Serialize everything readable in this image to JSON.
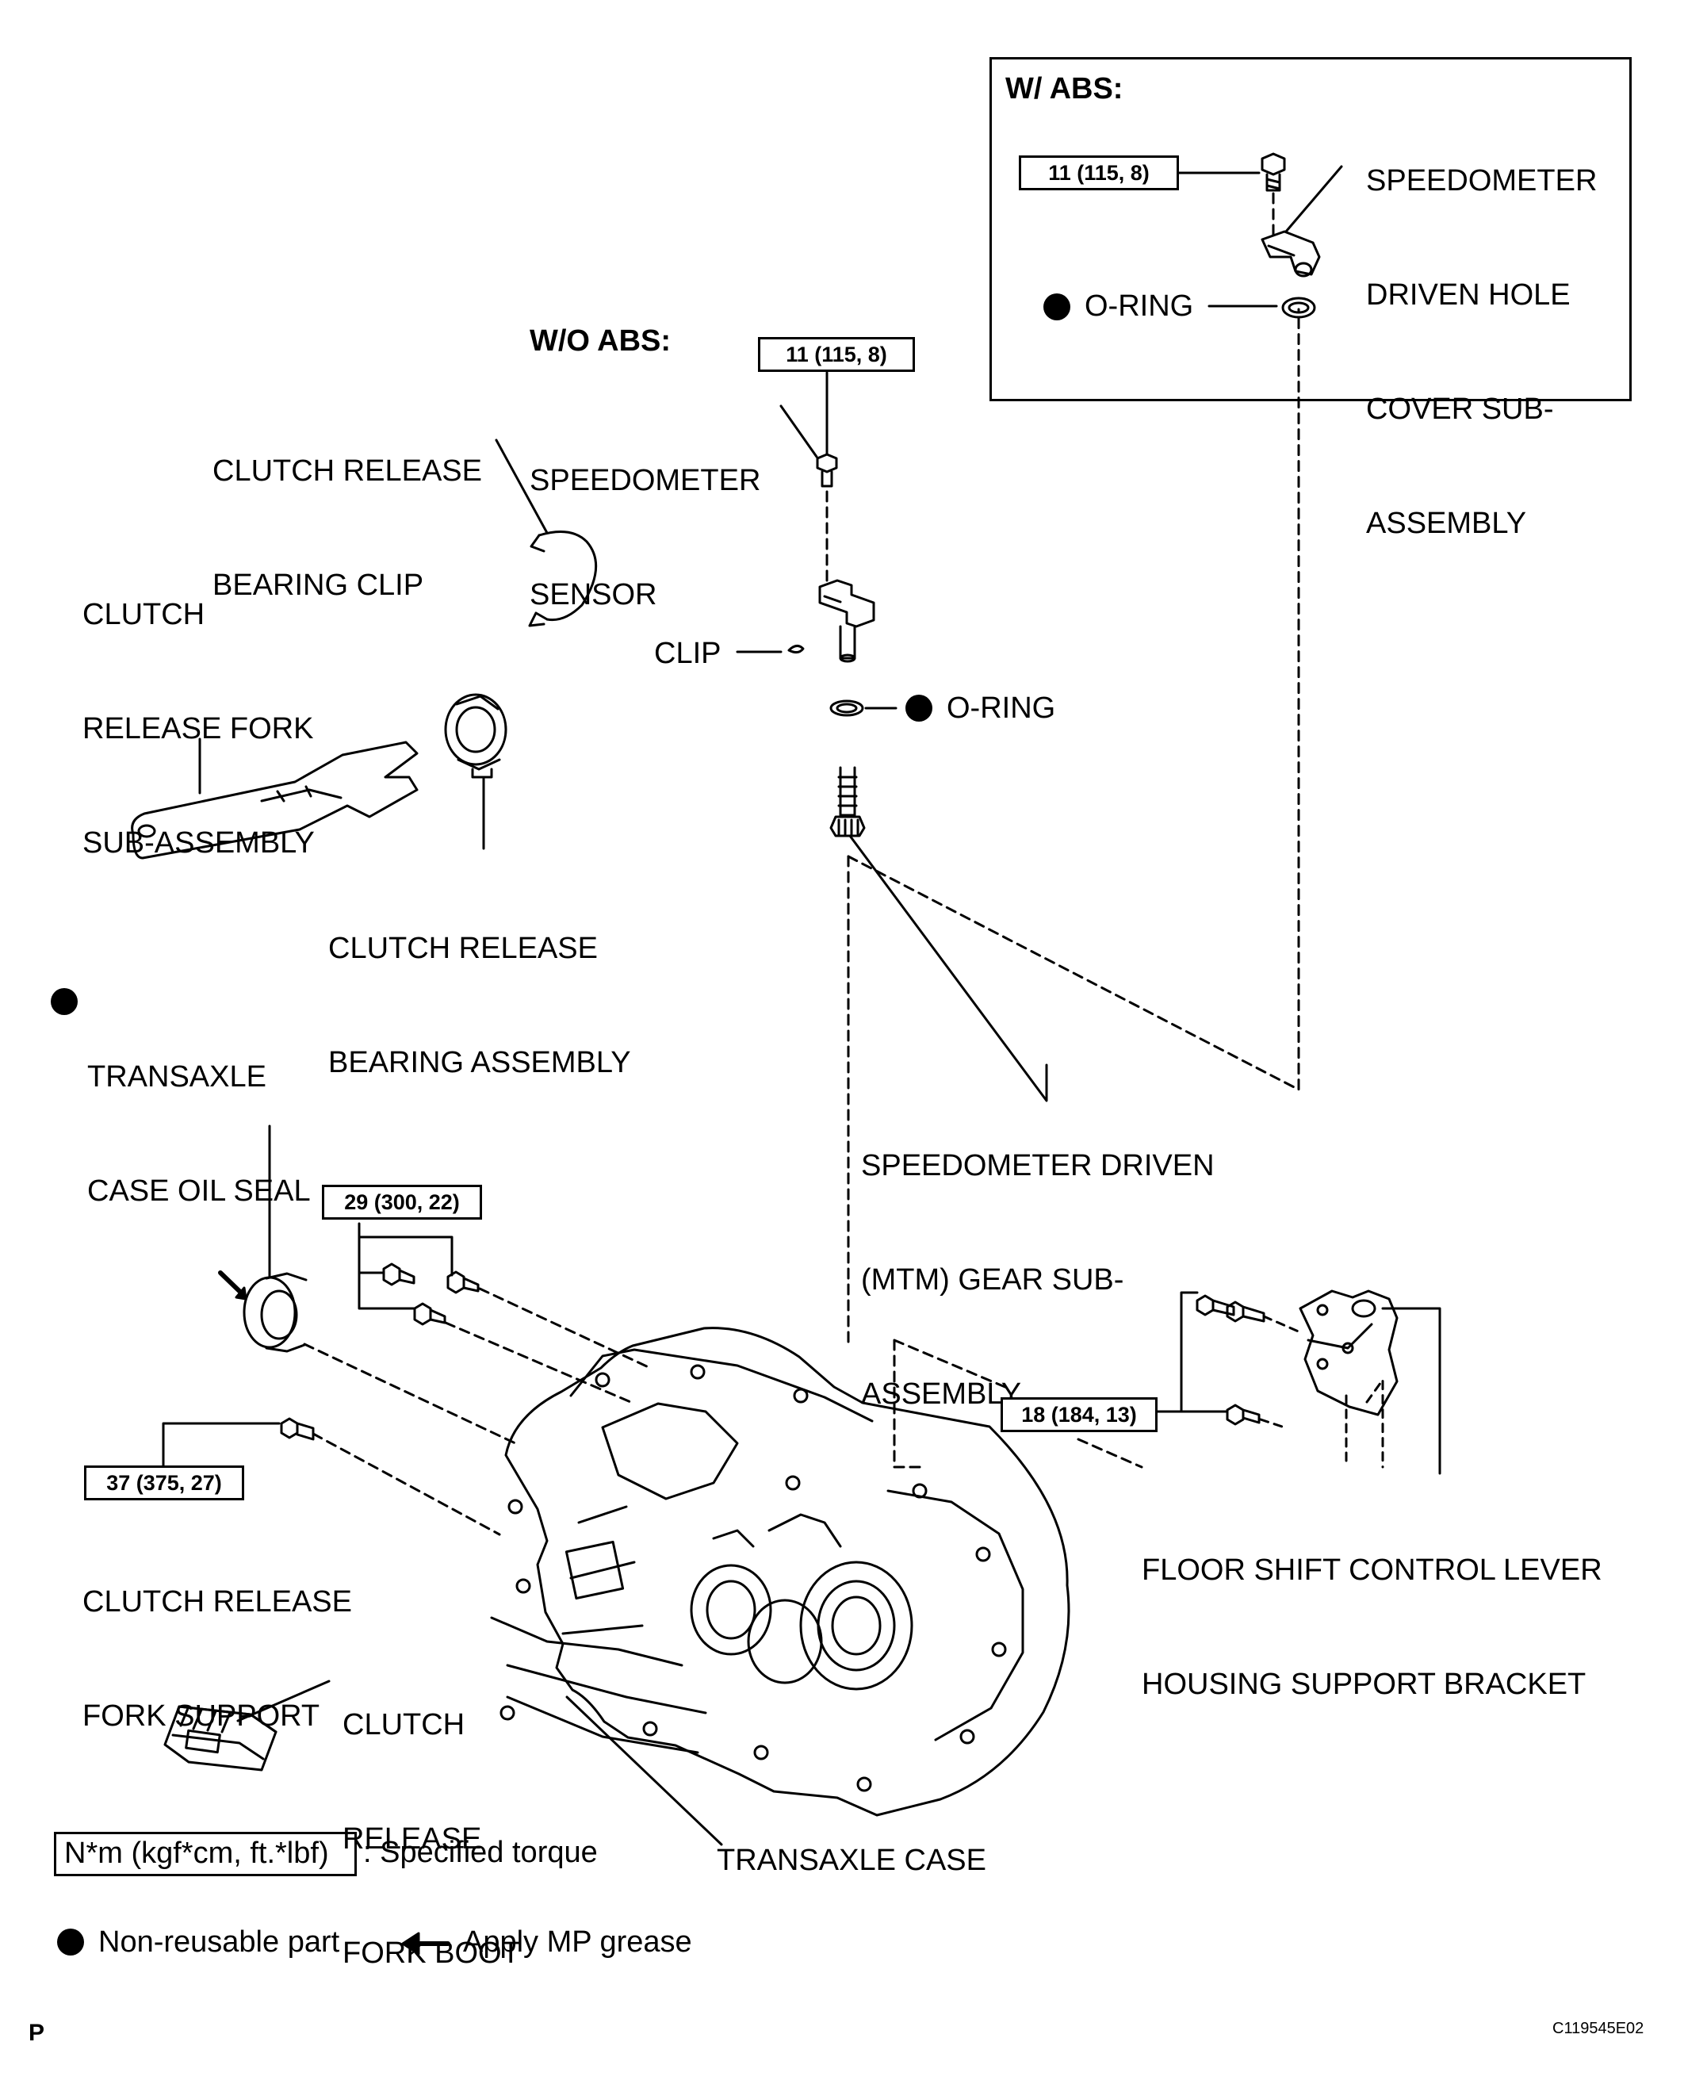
{
  "labels": {
    "w_abs": "W/ ABS:",
    "wo_abs": "W/O ABS:",
    "speedo_hole_cover": [
      "SPEEDOMETER",
      "DRIVEN HOLE",
      "COVER SUB-",
      "ASSEMBLY"
    ],
    "o_ring_abs": "O-RING",
    "o_ring": "O-RING",
    "speedo_sensor": [
      "SPEEDOMETER",
      "SENSOR"
    ],
    "clutch_bearing_clip": [
      "CLUTCH RELEASE",
      "BEARING CLIP"
    ],
    "clutch_fork": [
      "CLUTCH",
      "RELEASE FORK",
      "SUB-ASSEMBLY"
    ],
    "clip": "CLIP",
    "clutch_bearing_assy": [
      "CLUTCH RELEASE",
      "BEARING ASSEMBLY"
    ],
    "oil_seal": [
      "TRANSAXLE",
      "CASE OIL SEAL"
    ],
    "speedo_driven_gear": [
      "SPEEDOMETER DRIVEN",
      "(MTM) GEAR SUB-",
      "ASSEMBLY"
    ],
    "fork_support": [
      "CLUTCH RELEASE",
      "FORK SUPPORT"
    ],
    "floor_shift": [
      "FLOOR SHIFT CONTROL LEVER",
      "HOUSING SUPPORT BRACKET"
    ],
    "fork_boot": [
      "CLUTCH",
      "RELEASE",
      "FORK BOOT"
    ],
    "transaxle_case": "TRANSAXLE CASE"
  },
  "torque_specs": {
    "abs_bolt": "11 (115, 8)",
    "sensor_bolt": "11 (115, 8)",
    "case_bolts": "29 (300, 22)",
    "fork_support": "37 (375, 27)",
    "bracket_bolts": "18 (184, 13)"
  },
  "legend": {
    "torque_unit": "N*m (kgf*cm, ft.*lbf)",
    "torque_desc": ": Specified torque",
    "non_reusable": "Non-reusable part",
    "grease": "Apply MP grease"
  },
  "footer": {
    "corner_letter": "P",
    "figure_code": "C119545E02"
  }
}
